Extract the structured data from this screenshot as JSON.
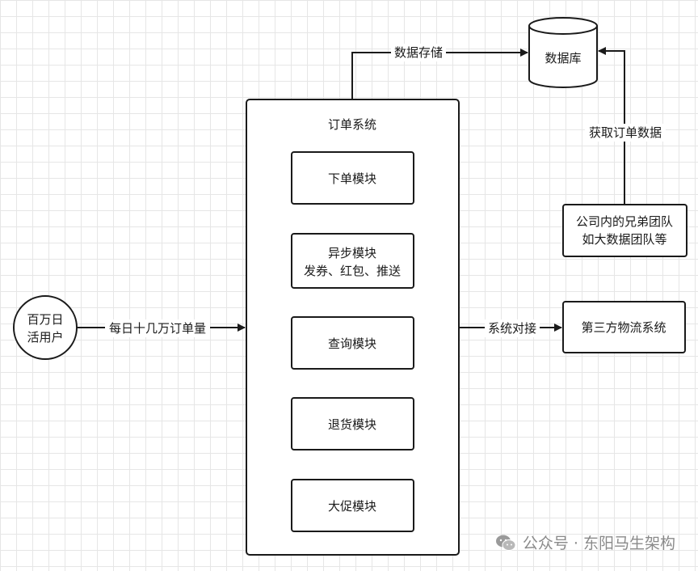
{
  "nodes": {
    "users": {
      "lines": [
        "百万日",
        "活用户"
      ]
    },
    "order_system": {
      "title": "订单系统"
    },
    "modules": [
      {
        "lines": [
          "下单模块"
        ]
      },
      {
        "lines": [
          "异步模块",
          "发券、红包、推送"
        ]
      },
      {
        "lines": [
          "查询模块"
        ]
      },
      {
        "lines": [
          "退货模块"
        ]
      },
      {
        "lines": [
          "大促模块"
        ]
      }
    ],
    "database": {
      "label": "数据库"
    },
    "partner_team": {
      "lines": [
        "公司内的兄弟团队",
        "如大数据团队等"
      ]
    },
    "logistics": {
      "label": "第三方物流系统"
    }
  },
  "edges": {
    "users_to_order": "每日十几万订单量",
    "order_to_db": "数据存储",
    "team_to_db": "获取订单数据",
    "order_to_logistics": "系统对接"
  },
  "watermark": {
    "text": "公众号 · 东阳马生架构"
  },
  "colors": {
    "stroke": "#1a1a1a",
    "text": "#1a1a1a",
    "grid": "#e6e6e6",
    "watermark": "#8a8a8a"
  }
}
